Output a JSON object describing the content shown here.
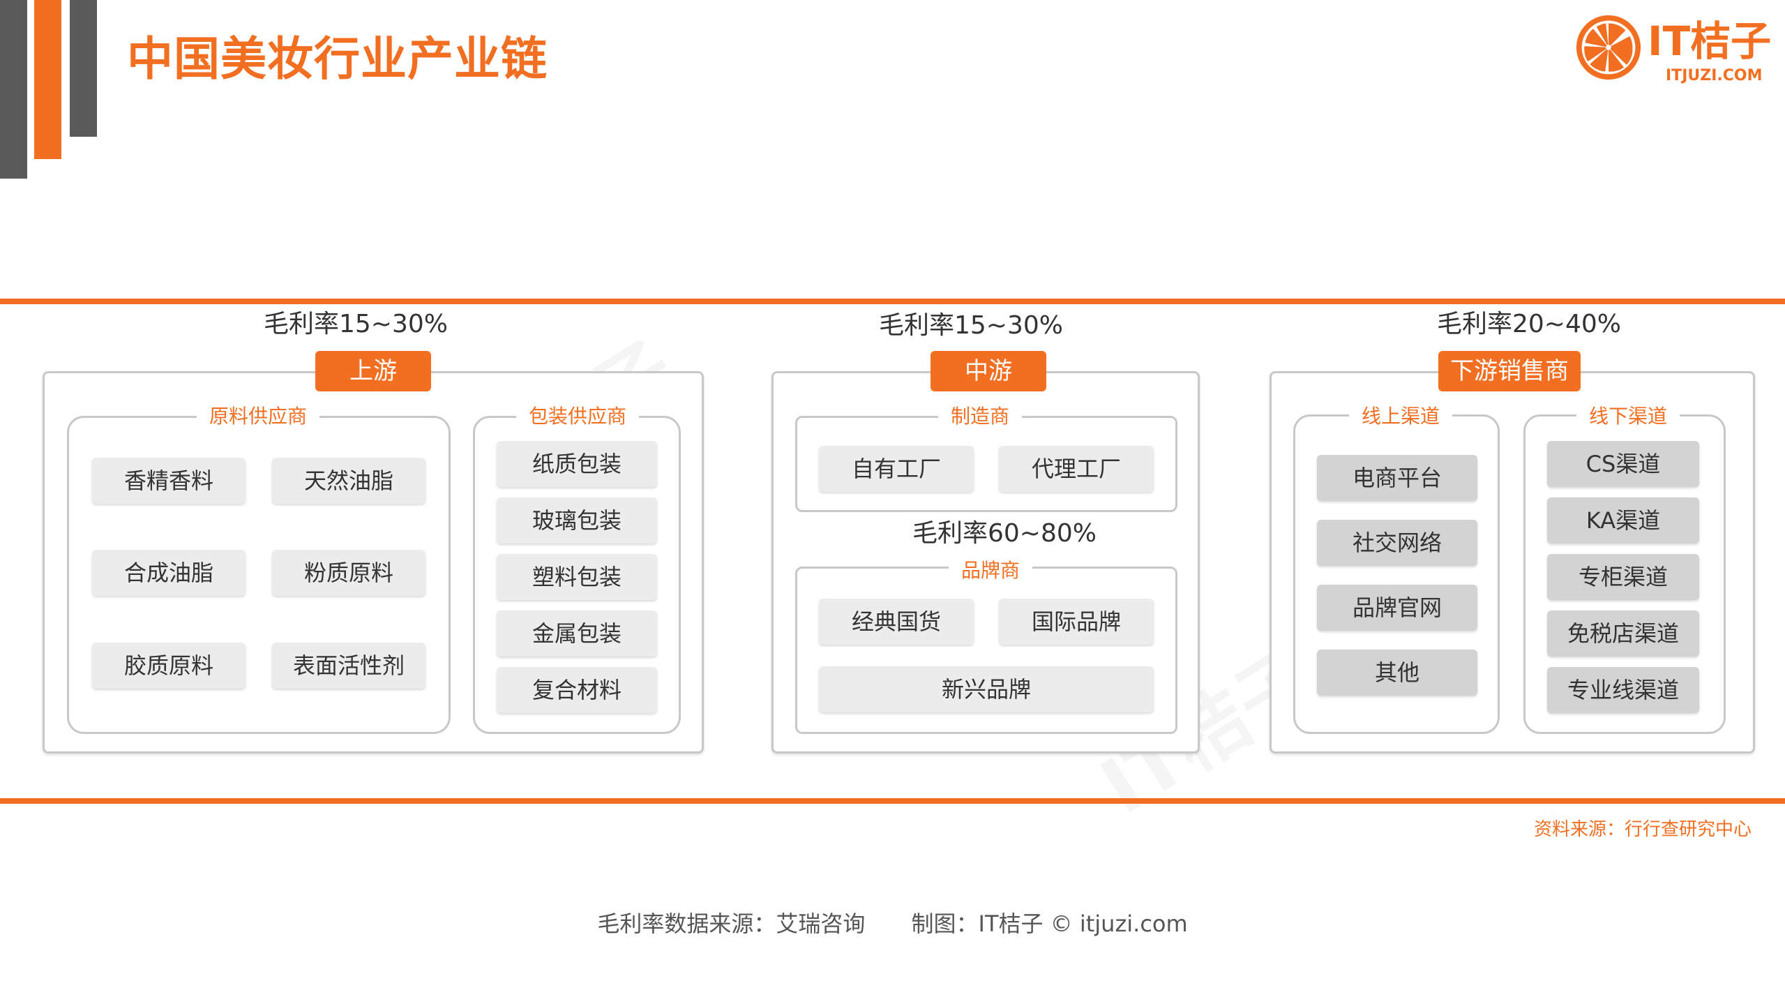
{
  "header": {
    "title": "中国美妆行业产业链"
  },
  "logo": {
    "name": "IT桔子",
    "sub": "ITJUZI.COM",
    "color": "#f26f21"
  },
  "watermark": "IT桔子",
  "stages": [
    {
      "margin": "毛利率15~30%",
      "label": "上游",
      "groups": [
        {
          "label": "原料供应商",
          "items": [
            "香精香料",
            "天然油脂",
            "合成油脂",
            "粉质原料",
            "胶质原料",
            "表面活性剂"
          ]
        },
        {
          "label": "包装供应商",
          "items": [
            "纸质包装",
            "玻璃包装",
            "塑料包装",
            "金属包装",
            "复合材料"
          ]
        }
      ]
    },
    {
      "margin": "毛利率15~30%",
      "label": "中游",
      "groups": [
        {
          "label": "制造商",
          "items": [
            "自有工厂",
            "代理工厂"
          ]
        },
        {
          "label": "品牌商",
          "margin": "毛利率60~80%",
          "items": [
            "经典国货",
            "国际品牌",
            "新兴品牌"
          ]
        }
      ]
    },
    {
      "margin": "毛利率20~40%",
      "label": "下游销售商",
      "groups": [
        {
          "label": "线上渠道",
          "items": [
            "电商平台",
            "社交网络",
            "品牌官网",
            "其他"
          ]
        },
        {
          "label": "线下渠道",
          "items": [
            "CS渠道",
            "KA渠道",
            "专柜渠道",
            "免税店渠道",
            "专业线渠道"
          ]
        }
      ]
    }
  ],
  "source_note": "资料来源：行行查研究中心",
  "footer": {
    "data_source": "毛利率数据来源：艾瑞咨询",
    "credit": "制图：IT桔子 © itjuzi.com"
  },
  "colors": {
    "accent": "#f26f21",
    "dark_bar": "#5a5a5a",
    "chip": "#ececec",
    "chip_dark": "#d3d3d3"
  }
}
